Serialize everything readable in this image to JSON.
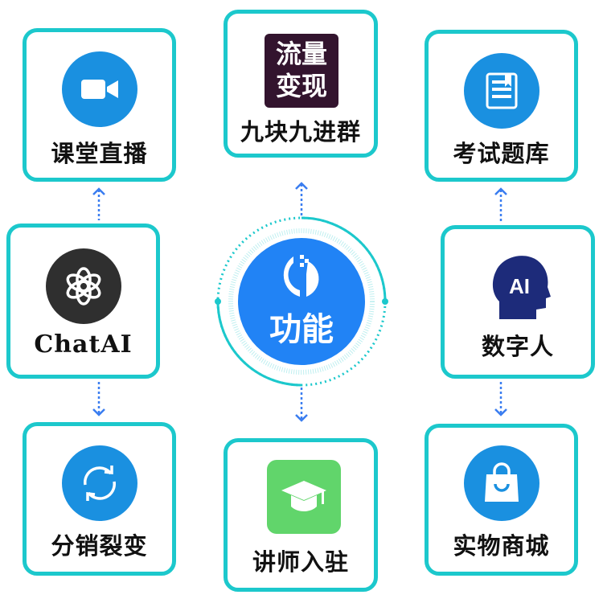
{
  "center": {
    "label": "功能"
  },
  "items": [
    {
      "label": "课堂直播",
      "icon": "video-camera-icon"
    },
    {
      "label": "九块九进群",
      "icon": "traffic-monetization-icon",
      "badge_text": [
        "流量",
        "变现"
      ]
    },
    {
      "label": "考试题库",
      "icon": "question-bank-icon"
    },
    {
      "label": "ChatAI",
      "icon": "openai-icon"
    },
    {
      "label": "数字人",
      "icon": "ai-head-icon",
      "badge_text": "AI"
    },
    {
      "label": "分销裂变",
      "icon": "refresh-cycle-icon"
    },
    {
      "label": "讲师入驻",
      "icon": "graduation-cap-icon"
    },
    {
      "label": "实物商城",
      "icon": "shopping-bag-icon"
    }
  ],
  "colors": {
    "border": "#1cc8cc",
    "icon_blue": "#1a90e0",
    "center_blue": "#2183f5",
    "arrow": "#3a7df0"
  }
}
